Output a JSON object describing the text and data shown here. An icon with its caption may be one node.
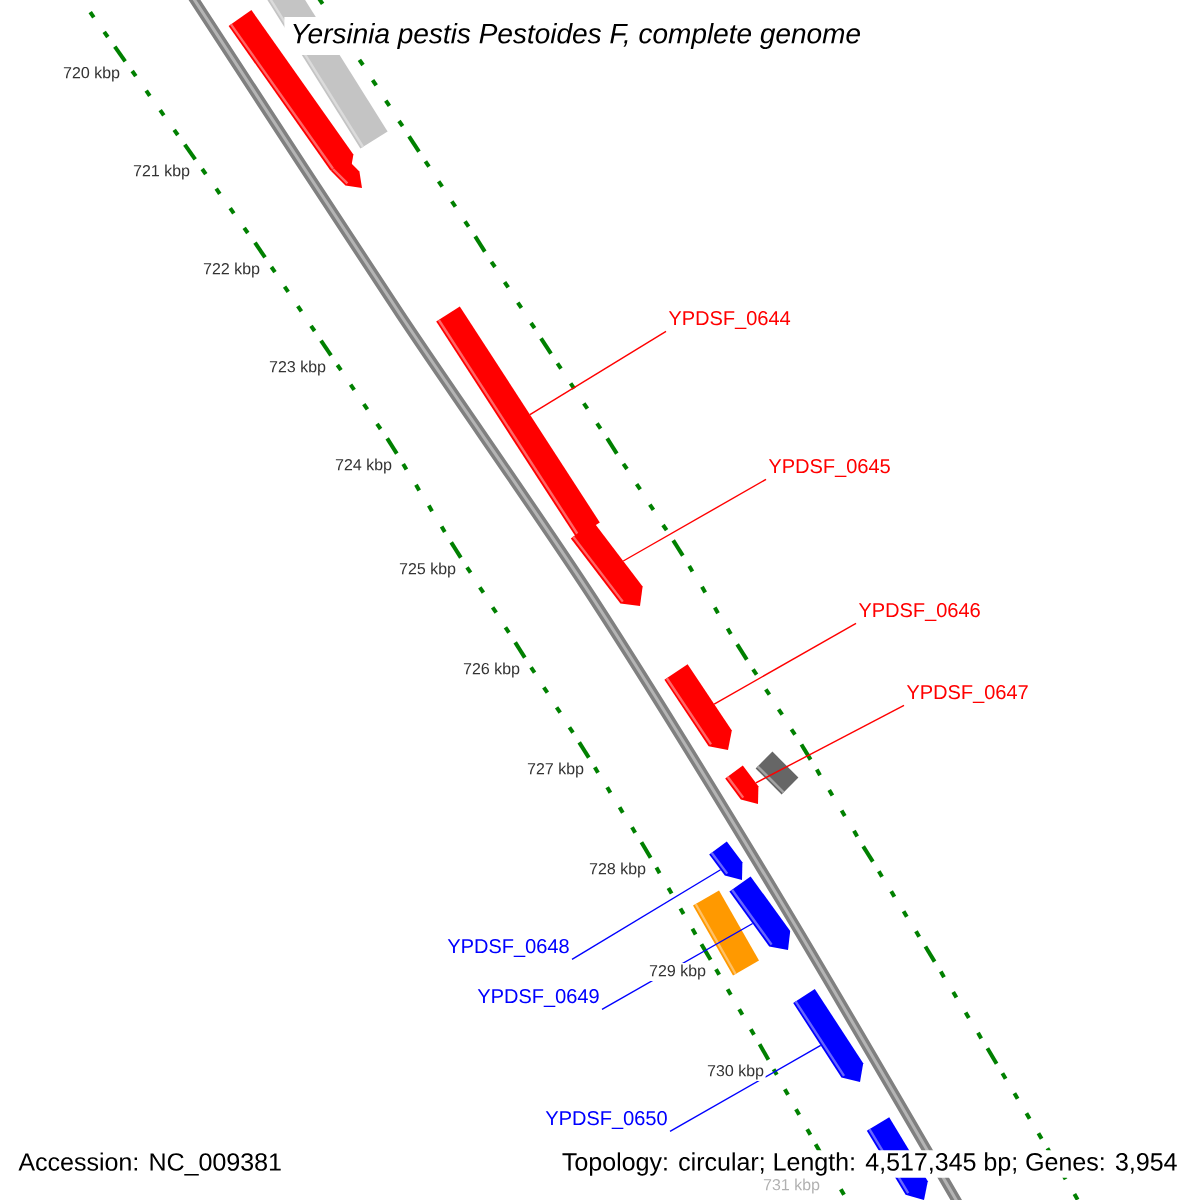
{
  "diagram": {
    "title": "Yersinia pestis Pestoides F, complete genome",
    "nodes": [
      {
        "text": [
          "YPDSF_0644"
        ]
      },
      {
        "text": [
          "YPDSF_0645"
        ]
      },
      {
        "text": [
          "YPDSF_0646"
        ]
      },
      {
        "text": [
          "YPDSF_0647"
        ]
      },
      {
        "text": [
          "YPDSF_0648"
        ]
      },
      {
        "text": [
          "YPDSF_0649"
        ]
      },
      {
        "text": [
          "YPDSF_0650"
        ]
      },
      {
        "text": [],
        "shape": "bar"
      },
      {
        "text": [],
        "shape": "arrow"
      },
      {
        "text": [],
        "shape": "arrow"
      },
      {
        "text": [],
        "shape": "bar"
      },
      {
        "text": [],
        "shape": "arrow"
      },
      {
        "text": [],
        "shape": "arrow"
      },
      {
        "text": [],
        "shape": "arrow"
      },
      {
        "text": [],
        "shape": "bar"
      },
      {
        "text": [],
        "shape": "arrow"
      },
      {
        "text": [],
        "shape": "arrow"
      },
      {
        "text": [],
        "shape": "bar"
      },
      {
        "text": [],
        "shape": "arrow"
      },
      {
        "text": [],
        "shape": "arrow"
      }
    ],
    "edges": [
      {
        "from": 0,
        "to": 10,
        "arrow": "none"
      },
      {
        "from": 1,
        "to": 11,
        "arrow": "none"
      },
      {
        "from": 2,
        "to": 12,
        "arrow": "none"
      },
      {
        "from": 3,
        "to": 13,
        "arrow": "none"
      },
      {
        "from": 4,
        "to": 15,
        "arrow": "none",
        "color": "#0000ff"
      },
      {
        "from": 5,
        "to": 16,
        "arrow": "none",
        "color": "#0000ff"
      },
      {
        "from": 6,
        "to": 18,
        "arrow": "none",
        "color": "#0000ff"
      }
    ],
    "labels": [
      "720 kbp",
      "721 kbp",
      "722 kbp",
      "723 kbp",
      "724 kbp",
      "725 kbp",
      "726 kbp",
      "727 kbp",
      "728 kbp",
      "729 kbp",
      "730 kbp",
      "731 kbp",
      "Accession: NC_009381",
      "Topology: circular; Length: 4,517,345 bp; Genes: 3,954"
    ]
  }
}
